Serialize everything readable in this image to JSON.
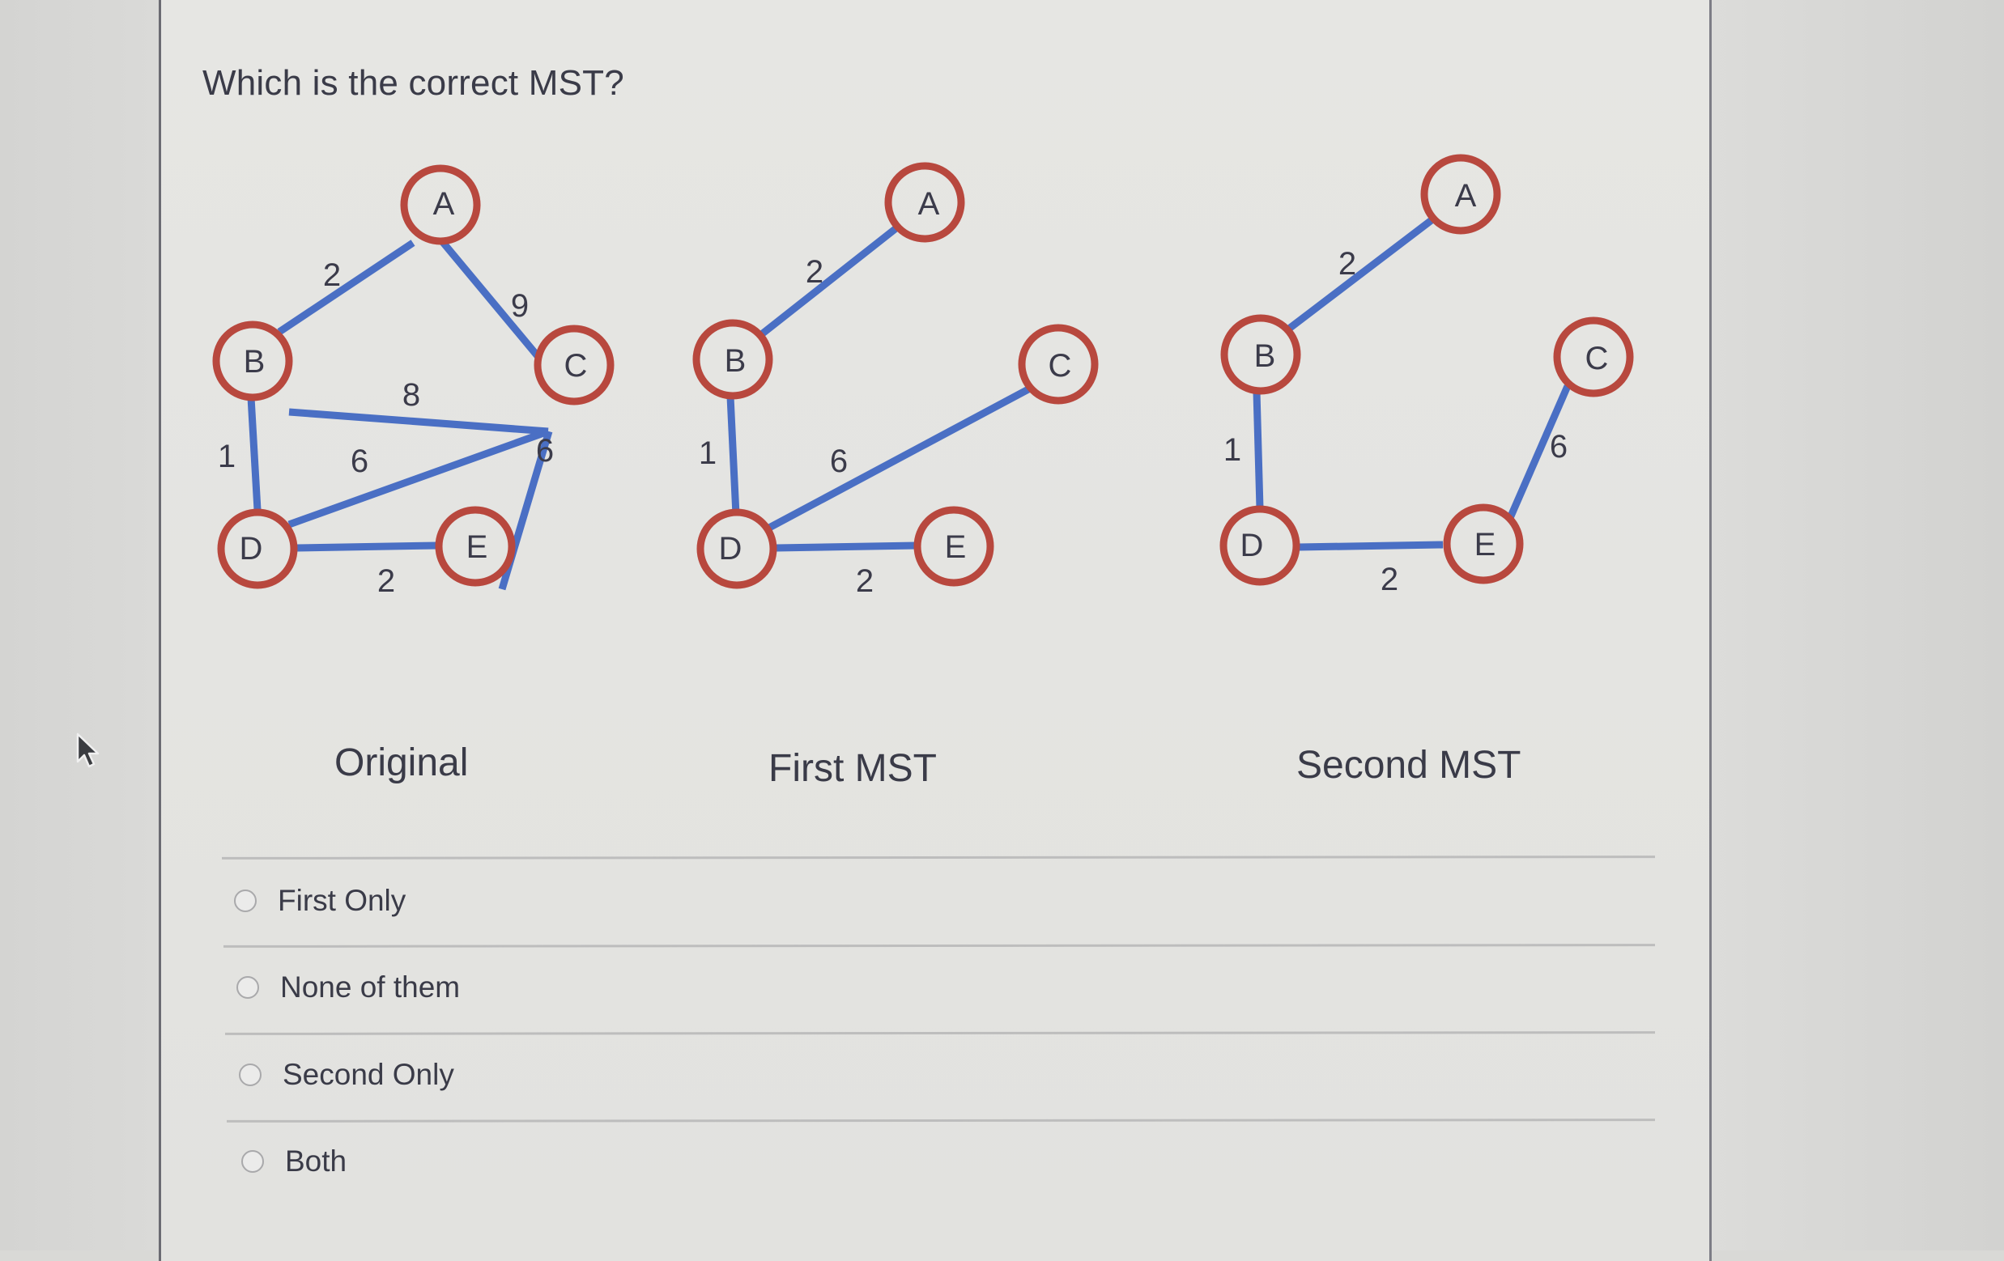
{
  "question": {
    "text": "Which is the correct MST?"
  },
  "graphs": {
    "original": {
      "caption": "Original"
    },
    "first": {
      "caption": "First MST"
    },
    "second": {
      "caption": "Second MST"
    }
  },
  "colors": {
    "node_ring": "#b8483e",
    "edge": "#4a6fc4",
    "text": "#3a3b48"
  },
  "nodes": [
    "A",
    "B",
    "C",
    "D",
    "E"
  ],
  "edges": {
    "original": [
      {
        "from": "A",
        "to": "B",
        "weight": "2"
      },
      {
        "from": "A",
        "to": "C",
        "weight": "9"
      },
      {
        "from": "B",
        "to": "C",
        "weight": "8"
      },
      {
        "from": "B",
        "to": "D",
        "weight": "1"
      },
      {
        "from": "D",
        "to": "C",
        "weight": "6"
      },
      {
        "from": "E",
        "to": "C",
        "weight": "6"
      },
      {
        "from": "D",
        "to": "E",
        "weight": "2"
      }
    ],
    "first": [
      {
        "from": "A",
        "to": "B",
        "weight": "2"
      },
      {
        "from": "B",
        "to": "D",
        "weight": "1"
      },
      {
        "from": "D",
        "to": "C",
        "weight": "6"
      },
      {
        "from": "D",
        "to": "E",
        "weight": "2"
      }
    ],
    "second": [
      {
        "from": "A",
        "to": "B",
        "weight": "2"
      },
      {
        "from": "B",
        "to": "D",
        "weight": "1"
      },
      {
        "from": "D",
        "to": "E",
        "weight": "2"
      },
      {
        "from": "E",
        "to": "C",
        "weight": "6"
      }
    ]
  },
  "options": [
    {
      "label": "First Only",
      "selected": false
    },
    {
      "label": "None of them",
      "selected": false
    },
    {
      "label": "Second Only",
      "selected": false
    },
    {
      "label": "Both",
      "selected": false
    }
  ]
}
